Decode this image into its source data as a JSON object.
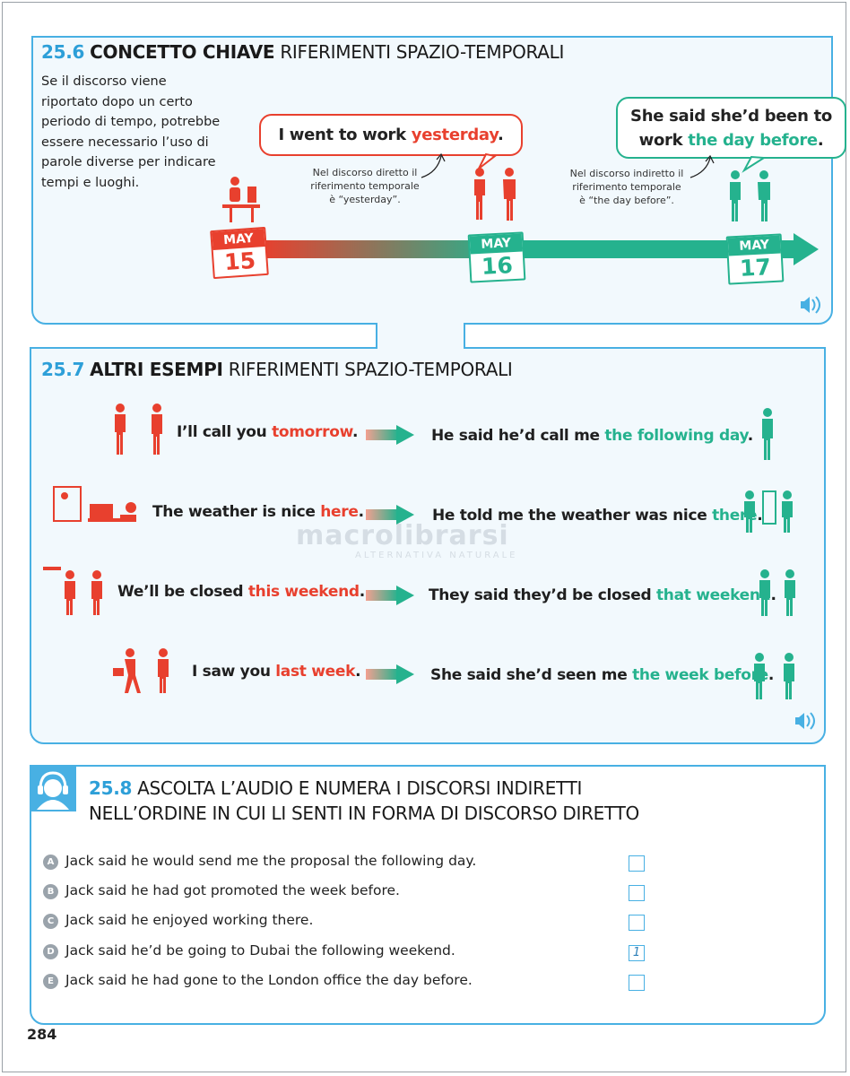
{
  "sections": {
    "s1": {
      "number": "25.6",
      "key": "CONCETTO CHIAVE",
      "rest": "RIFERIMENTI SPAZIO-TEMPORALI",
      "intro": "Se il discorso viene riportato dopo un certo periodo di tempo, potrebbe essere necessario l’uso di parole diverse per indicare tempi e luoghi.",
      "direct": {
        "pre": "I went to work ",
        "hl": "yesterday",
        "post": "."
      },
      "indirect": {
        "line1": "She said she’d been to",
        "pre2": "work ",
        "hl": "the day before",
        "post": "."
      },
      "note_direct": [
        "Nel discorso diretto il",
        "riferimento temporale",
        "è “yesterday”."
      ],
      "note_indirect": [
        "Nel discorso indiretto il",
        "riferimento temporale",
        "è “the day before”."
      ],
      "calendars": [
        {
          "month": "MAY",
          "day": "15"
        },
        {
          "month": "MAY",
          "day": "16"
        },
        {
          "month": "MAY",
          "day": "17"
        }
      ]
    },
    "s2": {
      "number": "25.7",
      "key": "ALTRI ESEMPI",
      "rest": "RIFERIMENTI SPAZIO-TEMPORALI",
      "rows": [
        {
          "d_pre": "I’ll call you ",
          "d_hl": "tomorrow",
          "d_post": ".",
          "i_pre": "He said he’d call me ",
          "i_hl": "the following day",
          "i_post": "."
        },
        {
          "d_pre": "The weather is nice ",
          "d_hl": "here",
          "d_post": ".",
          "i_pre": "He told me the weather was nice ",
          "i_hl": "there",
          "i_post": "."
        },
        {
          "d_pre": "We’ll be closed ",
          "d_hl": "this weekend",
          "d_post": ".",
          "i_pre": "They said they’d be closed ",
          "i_hl": "that weekend",
          "i_post": "."
        },
        {
          "d_pre": "I saw you ",
          "d_hl": "last week",
          "d_post": ".",
          "i_pre": "She said she’d seen me ",
          "i_hl": "the week before",
          "i_post": "."
        }
      ]
    },
    "s3": {
      "number": "25.8",
      "line1": "ASCOLTA L’AUDIO E NUMERA I DISCORSI INDIRETTI",
      "line2": "NELL’ORDINE IN CUI LI SENTI IN FORMA DI DISCORSO DIRETTO",
      "items": [
        {
          "letter": "A",
          "text": "Jack said he would send me the proposal the following day.",
          "answer": ""
        },
        {
          "letter": "B",
          "text": "Jack said he had got promoted the week before.",
          "answer": ""
        },
        {
          "letter": "C",
          "text": "Jack said he enjoyed working there.",
          "answer": ""
        },
        {
          "letter": "D",
          "text": "Jack said he’d be going to Dubai the following weekend.",
          "answer": "1"
        },
        {
          "letter": "E",
          "text": "Jack said he had gone to the London office the day before.",
          "answer": ""
        }
      ]
    }
  },
  "page_number": "284",
  "watermark": {
    "brand": "macrolibrarsi",
    "tagline": "ALTERNATIVA NATURALE"
  },
  "colors": {
    "accent_blue": "#48b0e3",
    "red": "#e8402e",
    "green": "#25b28e"
  },
  "icons": [
    "speaker-icon",
    "headphones-icon",
    "person-icon",
    "calendar-icon",
    "arrow-icon"
  ]
}
